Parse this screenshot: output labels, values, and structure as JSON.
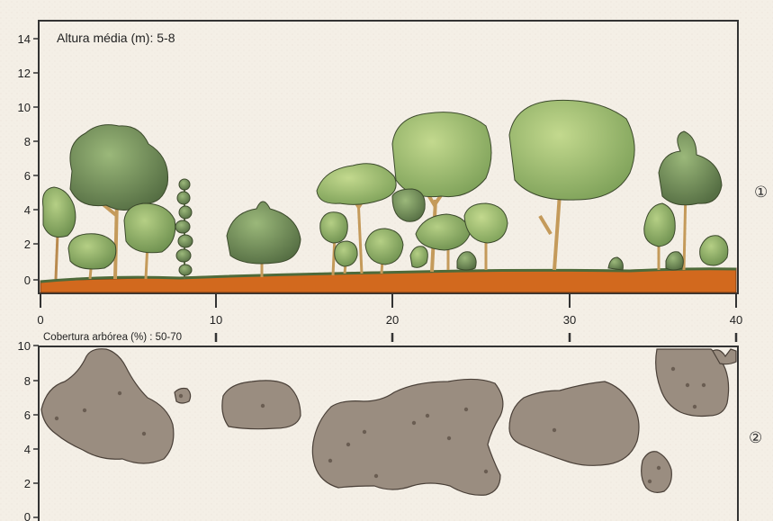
{
  "top_panel": {
    "height_label": "Altura média (m): 5-8",
    "y_ticks": [
      "14",
      "12",
      "10",
      "8",
      "6",
      "4",
      "2",
      "0"
    ],
    "marker": "①"
  },
  "x_axis": {
    "ticks": [
      "0",
      "10",
      "20",
      "30",
      "40"
    ]
  },
  "bottom_panel": {
    "cover_label": "Cobertura arbórea (%) : 50-70",
    "y_ticks": [
      "10",
      "8",
      "6",
      "4",
      "2",
      "0"
    ],
    "marker": "②"
  },
  "colors": {
    "background": "#f3eee5",
    "soil": "#d2691e",
    "canopy_shadow": "#9a8d80",
    "tree_dark": "#5f7f4e",
    "tree_light": "#93b36a",
    "trunk": "#c49a5a"
  }
}
